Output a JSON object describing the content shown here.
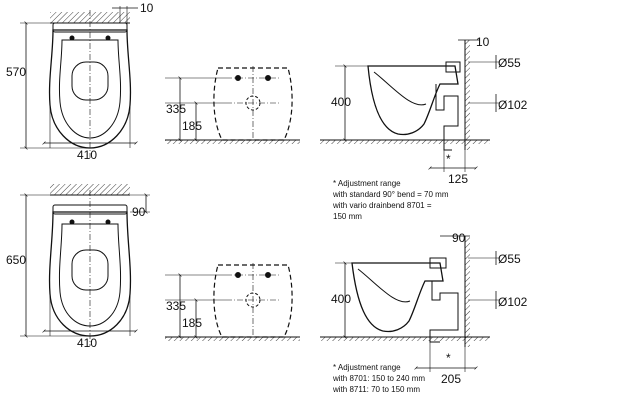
{
  "top_row": {
    "plan_view": {
      "length": "570",
      "width": "410",
      "rear_offset": "10"
    },
    "rear_view": {
      "height_upper": "335",
      "height_lower": "185"
    },
    "side_view": {
      "wall_offset": "10",
      "pipe_dia_upper": "Ø55",
      "pipe_dia_lower": "Ø102",
      "height": "400",
      "drain_offset": "125",
      "adjustment_marker": "*",
      "note_lines": [
        "* Adjustment range",
        "with standard 90° bend = 70 mm",
        "with vario drainbend 8701 =",
        "150 mm"
      ]
    }
  },
  "bottom_row": {
    "plan_view": {
      "length": "650",
      "width": "410",
      "rear_offset": "90"
    },
    "rear_view": {
      "height_upper": "335",
      "height_lower": "185"
    },
    "side_view": {
      "wall_offset": "90",
      "pipe_dia_upper": "Ø55",
      "pipe_dia_lower": "Ø102",
      "height": "400",
      "drain_offset": "205",
      "adjustment_marker": "*",
      "note_lines": [
        "* Adjustment range",
        "with 8701: 150 to 240 mm",
        "with 8711: 70 to 150 mm"
      ]
    }
  }
}
